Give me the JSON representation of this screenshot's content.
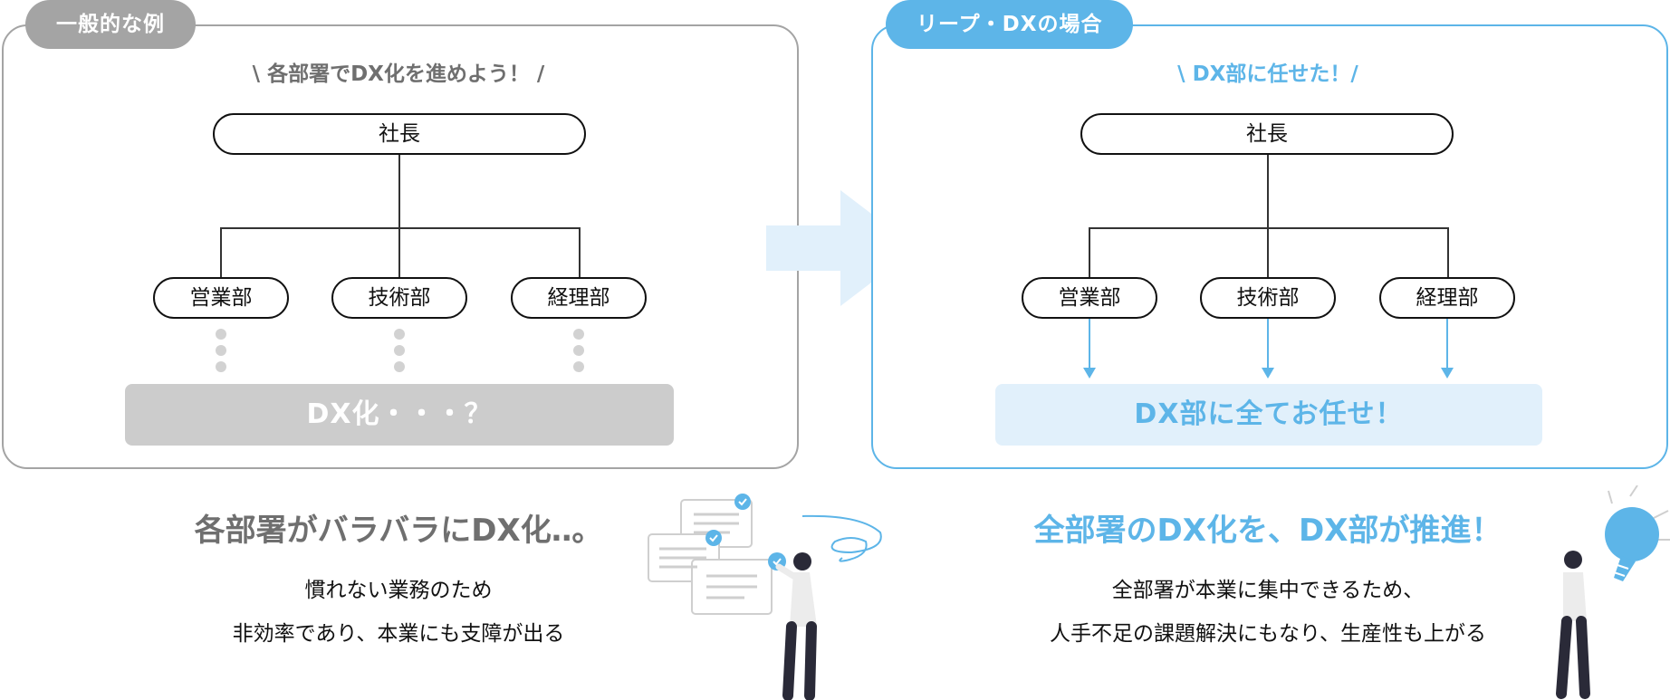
{
  "left": {
    "tag": "一般的な例",
    "slogan": "\\ 各部署でDX化を進めよう！ /",
    "top_node": "社長",
    "departments": [
      "営業部",
      "技術部",
      "経理部"
    ],
    "result": "DX化・・・？",
    "headline": "各部署がバラバラにDX化‥。",
    "desc": [
      "慣れない業務のため",
      "非効率であり、本業にも支障が出る"
    ]
  },
  "right": {
    "tag": "リープ・DXの場合",
    "slogan": "\\ DX部に任せた！/",
    "top_node": "社長",
    "departments": [
      "営業部",
      "技術部",
      "経理部"
    ],
    "result": "DX部に全てお任せ！",
    "headline": "全部署のDX化を、DX部が推進！",
    "desc": [
      "全部署が本業に集中できるため、",
      "人手不足の課題解決にもなり、生産性も上がる"
    ]
  },
  "colors": {
    "gray": "#a4a4a4",
    "blue": "#5db5e8",
    "light_blue": "#e1f0fb",
    "light_gray": "#cccccc"
  },
  "icons": {
    "transition_arrow": "arrow-right-icon",
    "left_illustration": "person-with-documents-illustration",
    "right_illustration": "person-with-lightbulb-illustration"
  }
}
